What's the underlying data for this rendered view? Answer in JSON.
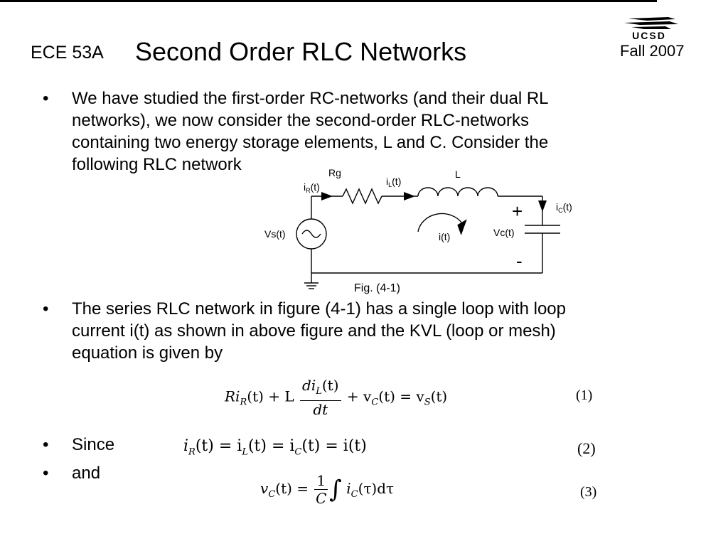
{
  "header": {
    "course": "ECE 53A",
    "title": "Second Order RLC Networks",
    "term": "Fall 2007",
    "logo_text": "UCSD"
  },
  "bullets": [
    {
      "marker": "•",
      "lines": [
        "We have studied the first-order RC-networks (and their dual RL",
        "networks), we now consider the second-order RLC-networks",
        "containing two energy storage elements, L and C. Consider the",
        "following RLC network"
      ]
    },
    {
      "marker": "•",
      "lines": [
        "The series RLC network in figure (4-1) has a single loop with loop",
        "current i(t) as shown in above figure and the KVL (loop or mesh)",
        "equation is given by"
      ]
    },
    {
      "marker": "•",
      "lines": [
        "Since"
      ]
    },
    {
      "marker": "•",
      "lines": [
        "and"
      ]
    }
  ],
  "circuit": {
    "rg_label": "Rg",
    "l_label": "L",
    "ir_label": "i",
    "ir_sub": "R",
    "ir_arg": "(t)",
    "il_label": "i",
    "il_sub": "L",
    "il_arg": "(t)",
    "ic_label": "i",
    "ic_sub": "C",
    "ic_arg": "(t)",
    "plus": "+",
    "minus": "-",
    "vc_label": "Vc(t)",
    "vs_label": "Vs(t)",
    "loop_label": "i(t)",
    "caption": "Fig. (4-1)"
  },
  "equations": {
    "eq1": {
      "left": "Ri",
      "left_sub": "R",
      "left_arg": "(t) + L",
      "frac_num": "di",
      "frac_num_sub": "L",
      "frac_num_arg": "(t)",
      "frac_den": "dt",
      "right": "+ v",
      "right_sub": "C",
      "right_arg": "(t) = v",
      "right_sub2": "S",
      "right_arg2": "(t)",
      "number": "(1)"
    },
    "eq2": {
      "t1": "i",
      "s1": "R",
      "t2": "(t) = i",
      "s2": "L",
      "t3": "(t) = i",
      "s3": "C",
      "t4": "(t) = i(t)",
      "number": "(2)"
    },
    "eq3": {
      "t1": "v",
      "s1": "C",
      "t2": "(t) =",
      "frac_num": "1",
      "frac_den": "C",
      "integral": "∫",
      "t3": "i",
      "s3": "C",
      "t4": "(τ)dτ",
      "number": "(3)"
    }
  }
}
